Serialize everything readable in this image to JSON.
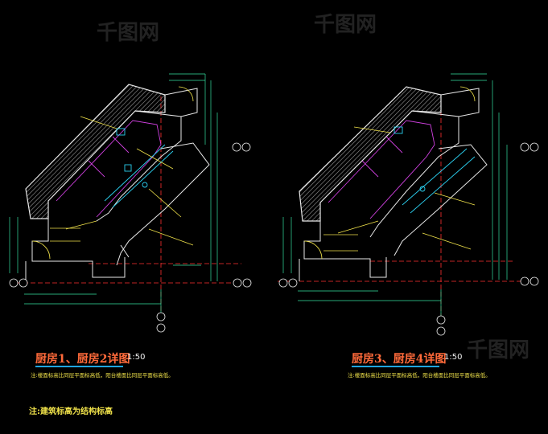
{
  "plans": [
    {
      "title": "厨房1、厨房2详图",
      "scale": "1:50",
      "note": "注:楼面标高比同层平面标高低，阳台楼面比同层平面标高低。"
    },
    {
      "title": "厨房3、厨房4详图",
      "scale": "1:50",
      "note": "注:楼面标高比同层平面标高低，阳台楼面比同层平面标高低。"
    }
  ],
  "footer_note": "注:建筑标高为结构标高",
  "watermark": "千图网",
  "colors": {
    "background": "#000000",
    "wall": "#e8e8e8",
    "hatch": "#bdbdbd",
    "dimension": "#35e0a0",
    "axis": "#ff3030",
    "annotation": "#f0e24a",
    "magenta": "#d040e0",
    "cyan": "#2bd0f0",
    "title": "#ff6a3a"
  }
}
